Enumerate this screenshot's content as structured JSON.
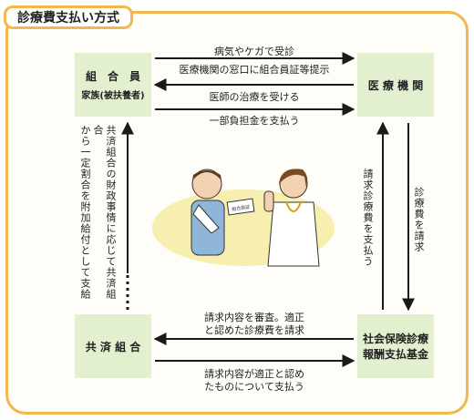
{
  "title": "診療費支払い方式",
  "boxes": {
    "kumiai": {
      "line1": "組　合　員",
      "line2": "家族(被扶養者)"
    },
    "kikan": {
      "label": "医 療 機 関"
    },
    "kyosai": {
      "label": "共 済 組 合"
    },
    "kikin": {
      "line1": "社会保険診療",
      "line2": "報酬支払基金"
    }
  },
  "arrows": {
    "top1": "病気やケガで受診",
    "top2": "医療機関の窓口に組合員証等提示",
    "top3": "医師の治療を受ける",
    "top4": "一部負担金を支払う",
    "right_inner": "請求診療費を支払う",
    "right_outer": "診療費を請求",
    "left_vertical_a": "共済組合の財政事情に応じて共済組合",
    "left_vertical_b": "から一定割合を附加給付として支給",
    "bottom1a": "請求内容を審査。適正",
    "bottom1b": "と認めた診療費を請求",
    "bottom2a": "請求内容が適正と認め",
    "bottom2b": "たものについて支払う"
  },
  "illustration": {
    "card_text": "組合員証"
  },
  "colors": {
    "frame": "#f2b84b",
    "box": "#e3f0d0",
    "arrow": "#1a1a1a"
  }
}
